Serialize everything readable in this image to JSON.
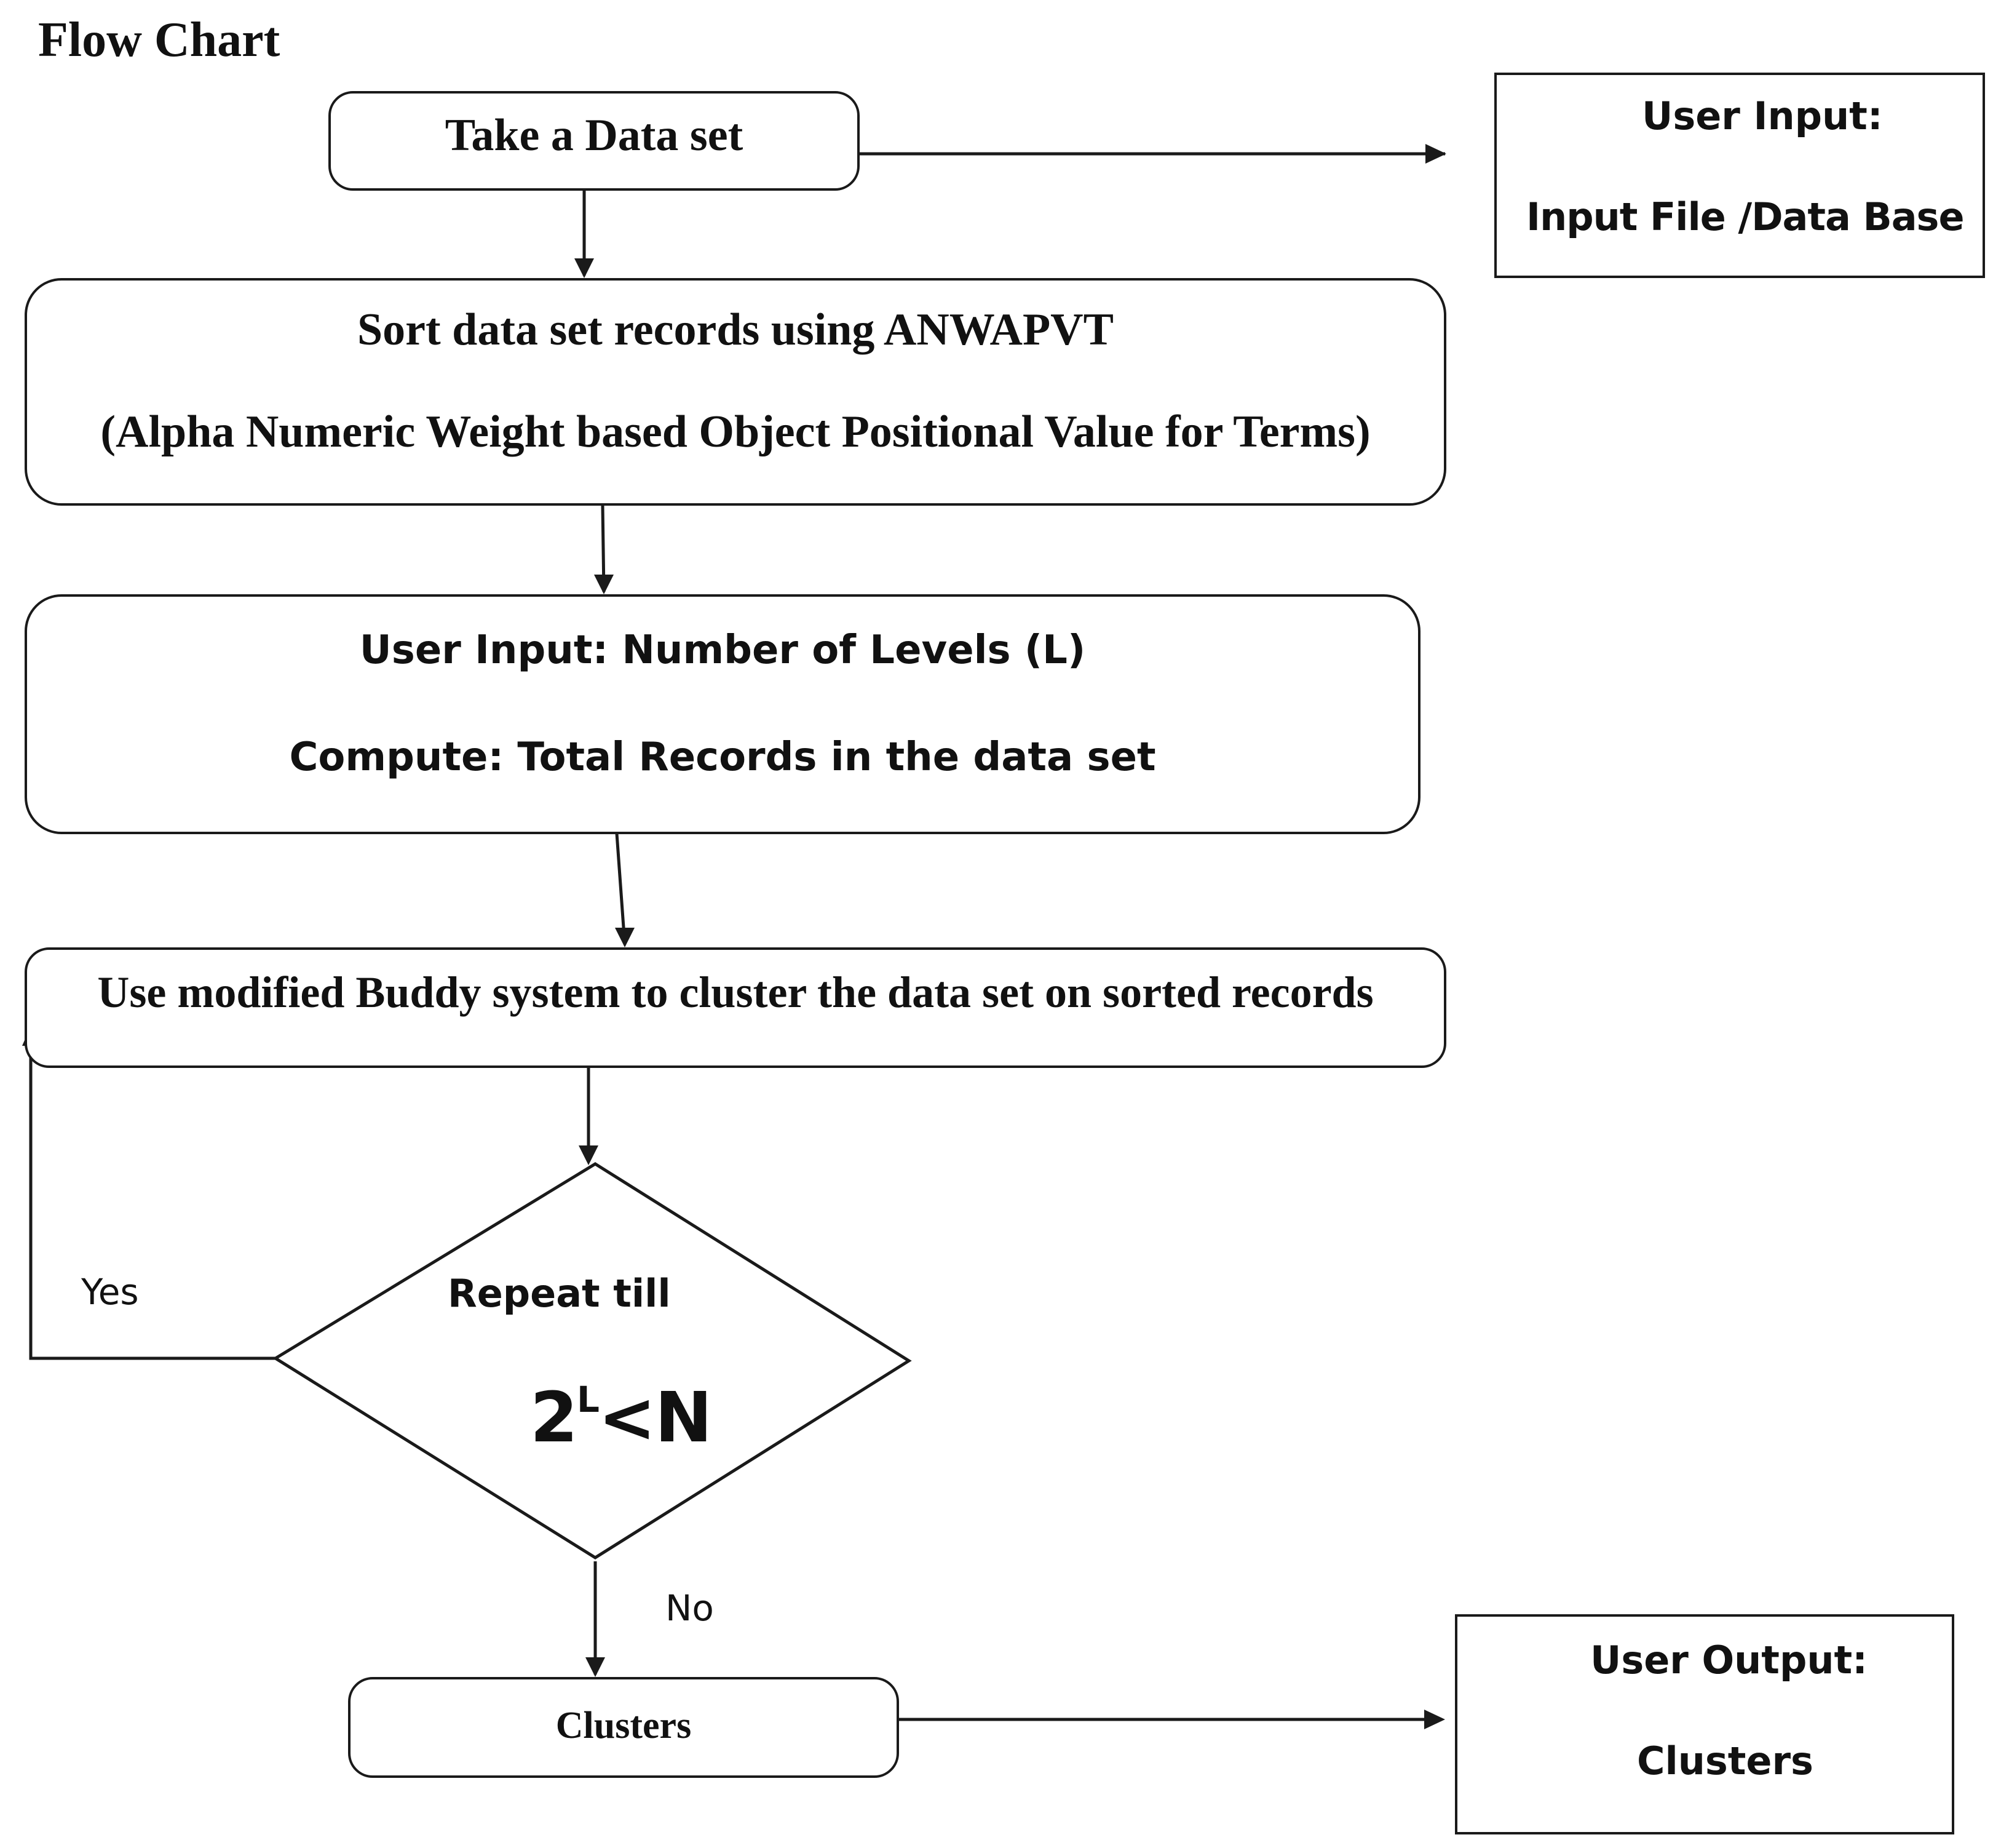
{
  "title": "Flow Chart",
  "nodes": {
    "take_dataset": "Take a Data set",
    "user_input_box": {
      "heading": "User Input:",
      "text": "Input File /Data Base"
    },
    "sort": {
      "line1": "Sort data set records using ANWAPVT",
      "line2": "(Alpha Numeric Weight based Object Positional Value for Terms)"
    },
    "levels": {
      "line1": "User Input: Number of Levels (L)",
      "line2": "Compute: Total Records in the data set"
    },
    "buddy": "Use modified Buddy system to cluster the data set on sorted records",
    "decision": {
      "line1": "Repeat till",
      "base": "2",
      "sup": "L",
      "rest": "<N"
    },
    "clusters": "Clusters",
    "user_output_box": {
      "heading": "User Output:",
      "text": "Clusters"
    }
  },
  "edge_labels": {
    "yes": "Yes",
    "no": "No"
  },
  "colors": {
    "line": "#1a1a1a",
    "background": "#ffffff"
  }
}
